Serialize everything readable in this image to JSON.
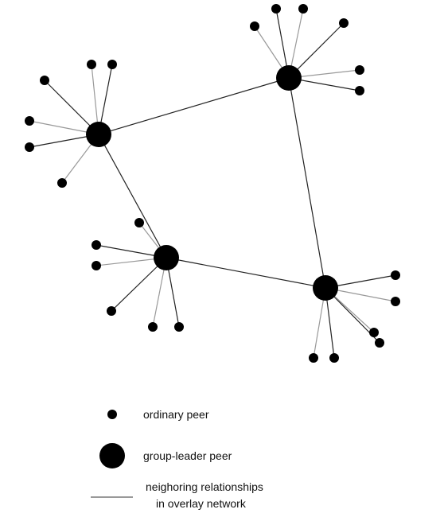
{
  "diagram": {
    "type": "overlay network topology",
    "node_color": "#000000",
    "link_color": "#222222",
    "peer_link_color": "#999999",
    "leaders": [
      {
        "id": "L1",
        "ordinary_peer_count": 6
      },
      {
        "id": "L2",
        "ordinary_peer_count": 6
      },
      {
        "id": "L3",
        "ordinary_peer_count": 6
      },
      {
        "id": "L4",
        "ordinary_peer_count": 6
      }
    ],
    "leader_links": [
      [
        "L1",
        "L2"
      ],
      [
        "L2",
        "L4"
      ],
      [
        "L1",
        "L3"
      ],
      [
        "L3",
        "L4"
      ]
    ]
  },
  "legend": {
    "ordinary_peer": "ordinary peer",
    "group_leader_peer": "group-leader peer",
    "relationships_line1": "neighoring relationships",
    "relationships_line2": "in overlay network"
  }
}
